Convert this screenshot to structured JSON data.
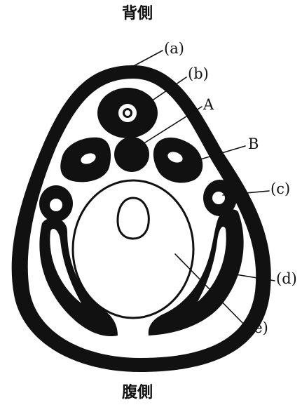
{
  "orientation": {
    "top": "背側",
    "bottom": "腹側"
  },
  "labels": {
    "a": "(a)",
    "b": "(b)",
    "A": "A",
    "B": "B",
    "c": "(c)",
    "d": "(d)",
    "e": "(e)"
  },
  "colors": {
    "ink": "#111111",
    "paper": "#ffffff"
  }
}
